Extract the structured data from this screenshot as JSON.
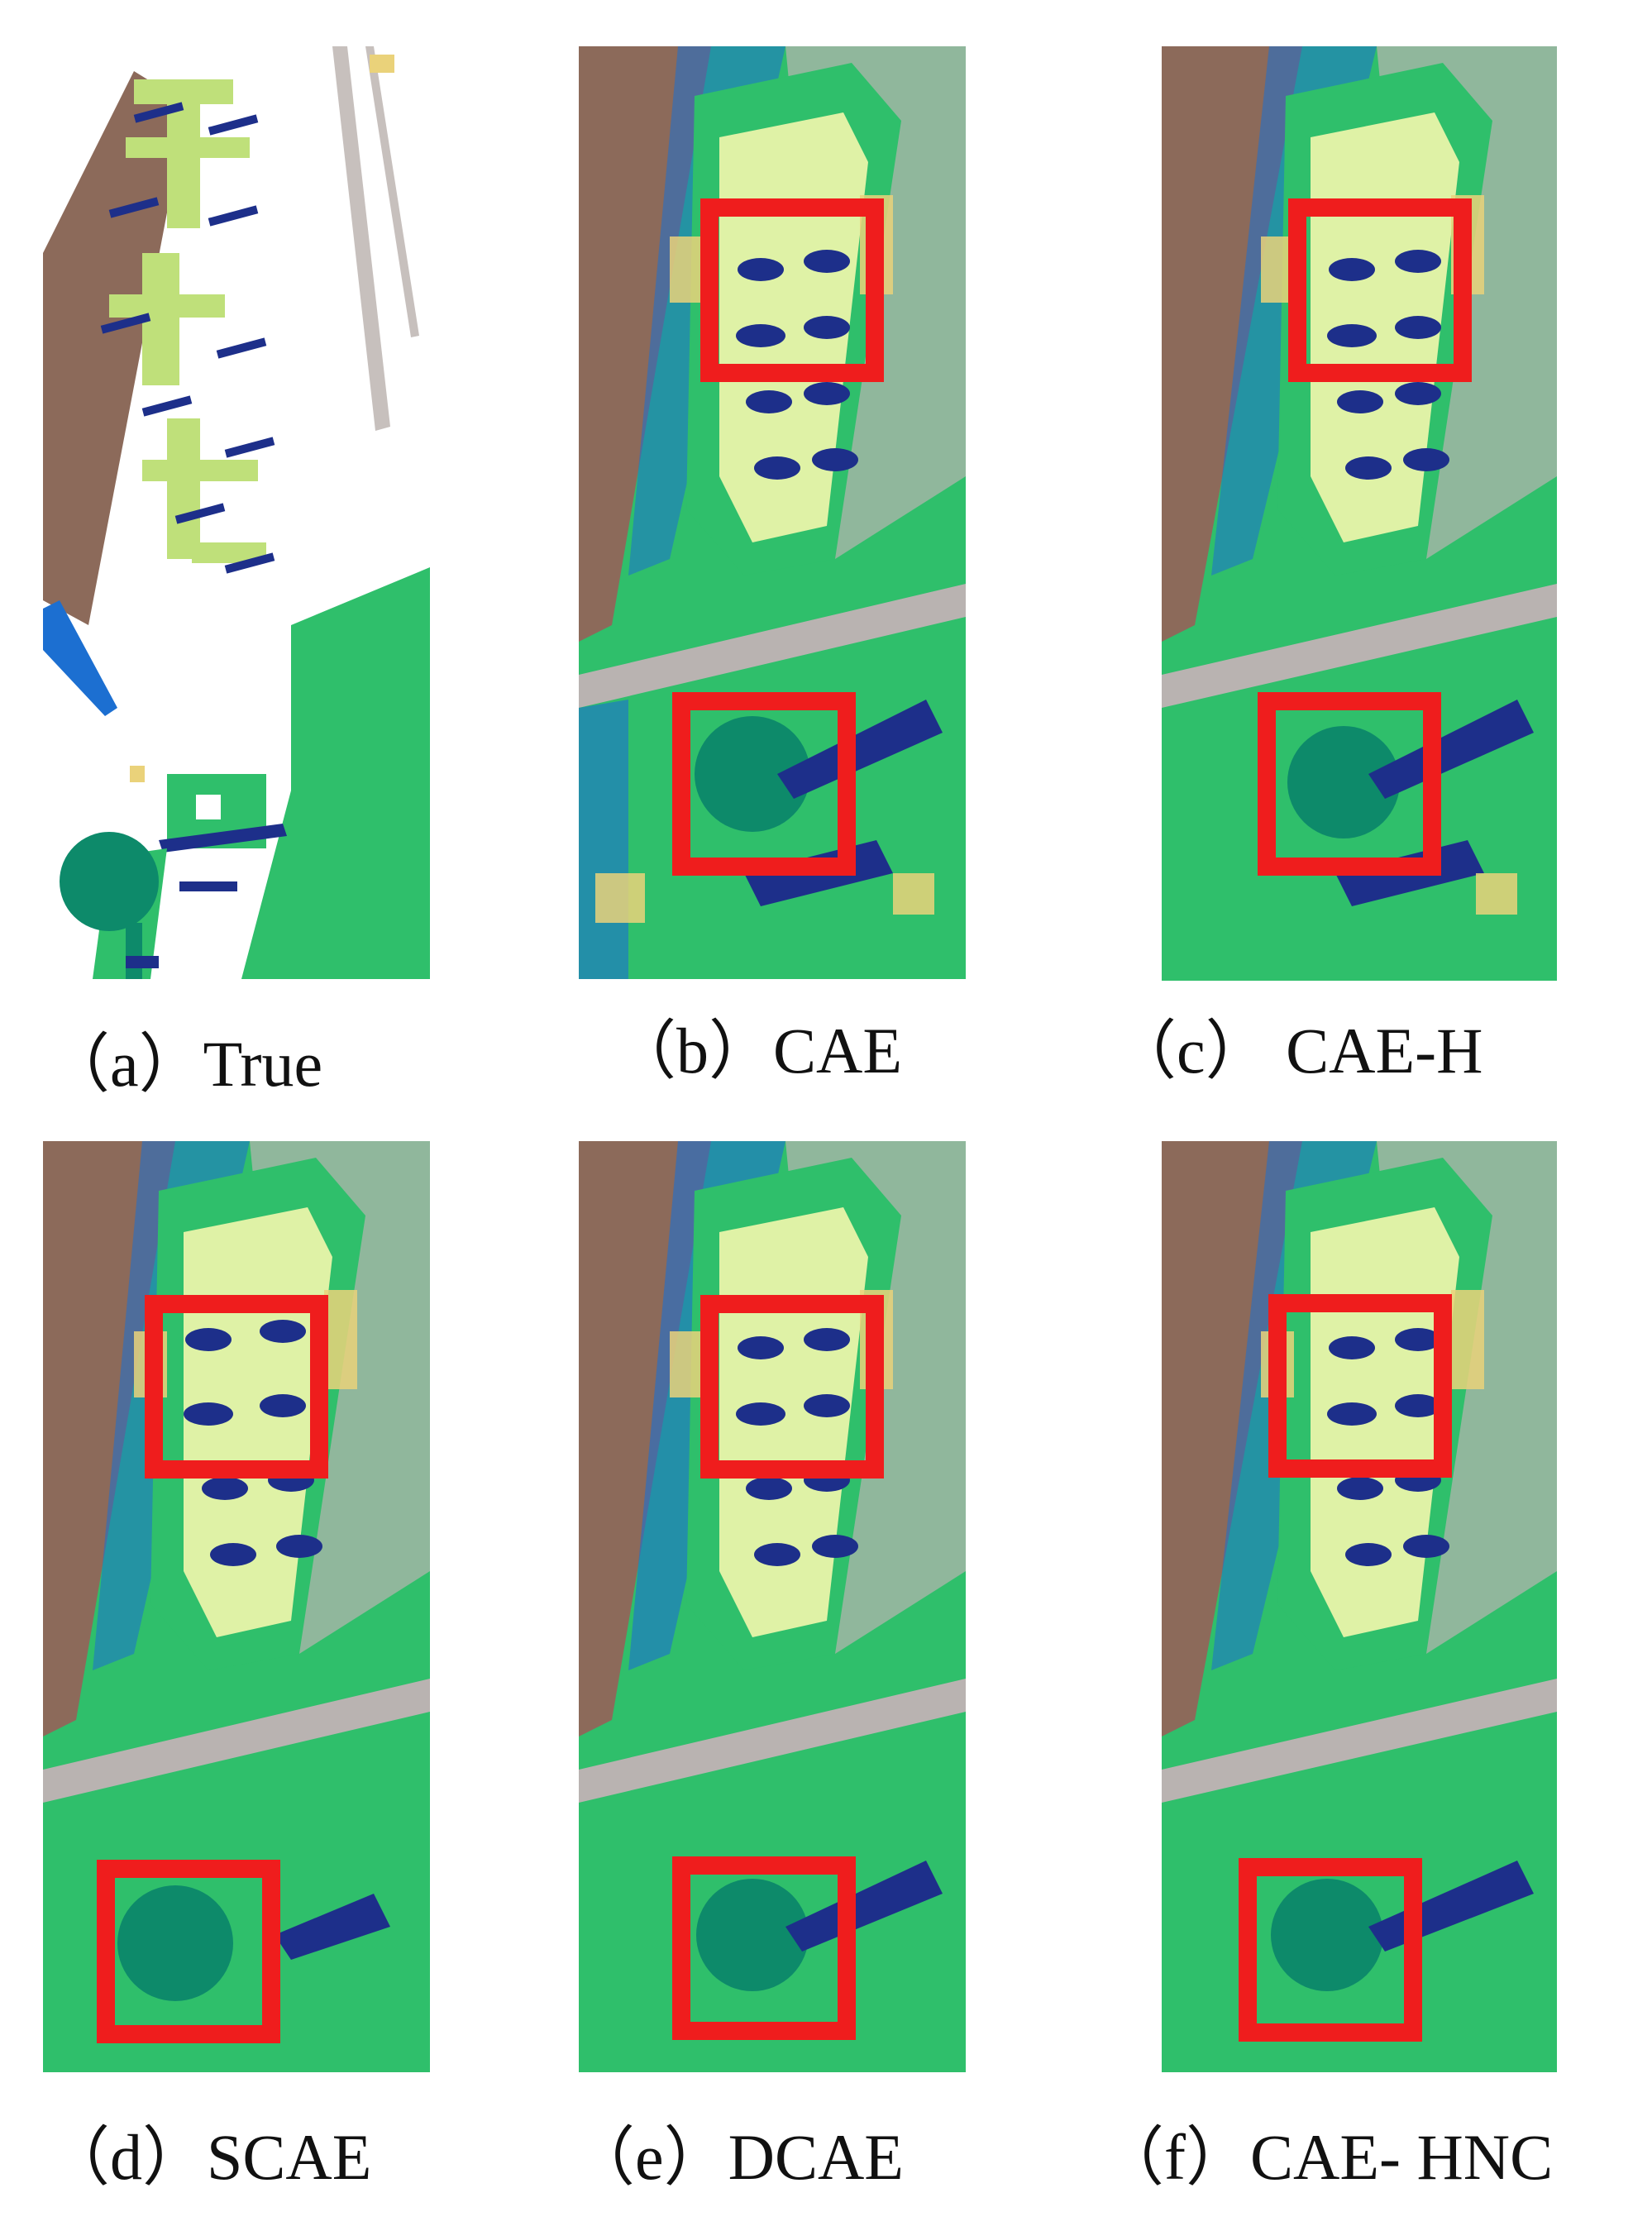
{
  "panels": [
    {
      "id": "a",
      "caption": "（a）True"
    },
    {
      "id": "b",
      "caption": "（b）CAE"
    },
    {
      "id": "c",
      "caption": "（c） CAE-H"
    },
    {
      "id": "d",
      "caption": "（d）SCAE"
    },
    {
      "id": "e",
      "caption": "（e）DCAE"
    },
    {
      "id": "f",
      "caption": "（f）CAE- HNC"
    }
  ],
  "class_colors": {
    "background": "#ffffff",
    "meadow": "#2fbf6b",
    "trees": "#0d8a6a",
    "bare_soil": "#8c6a5a",
    "roof_light": "#dff2a6",
    "shadow": "#1d2f8a",
    "water": "#1c6fd1",
    "road": "#b9b3b1",
    "sand": "#ead27a",
    "light_green": "#bfe07a",
    "highlight_box": "#ef1d1d"
  }
}
